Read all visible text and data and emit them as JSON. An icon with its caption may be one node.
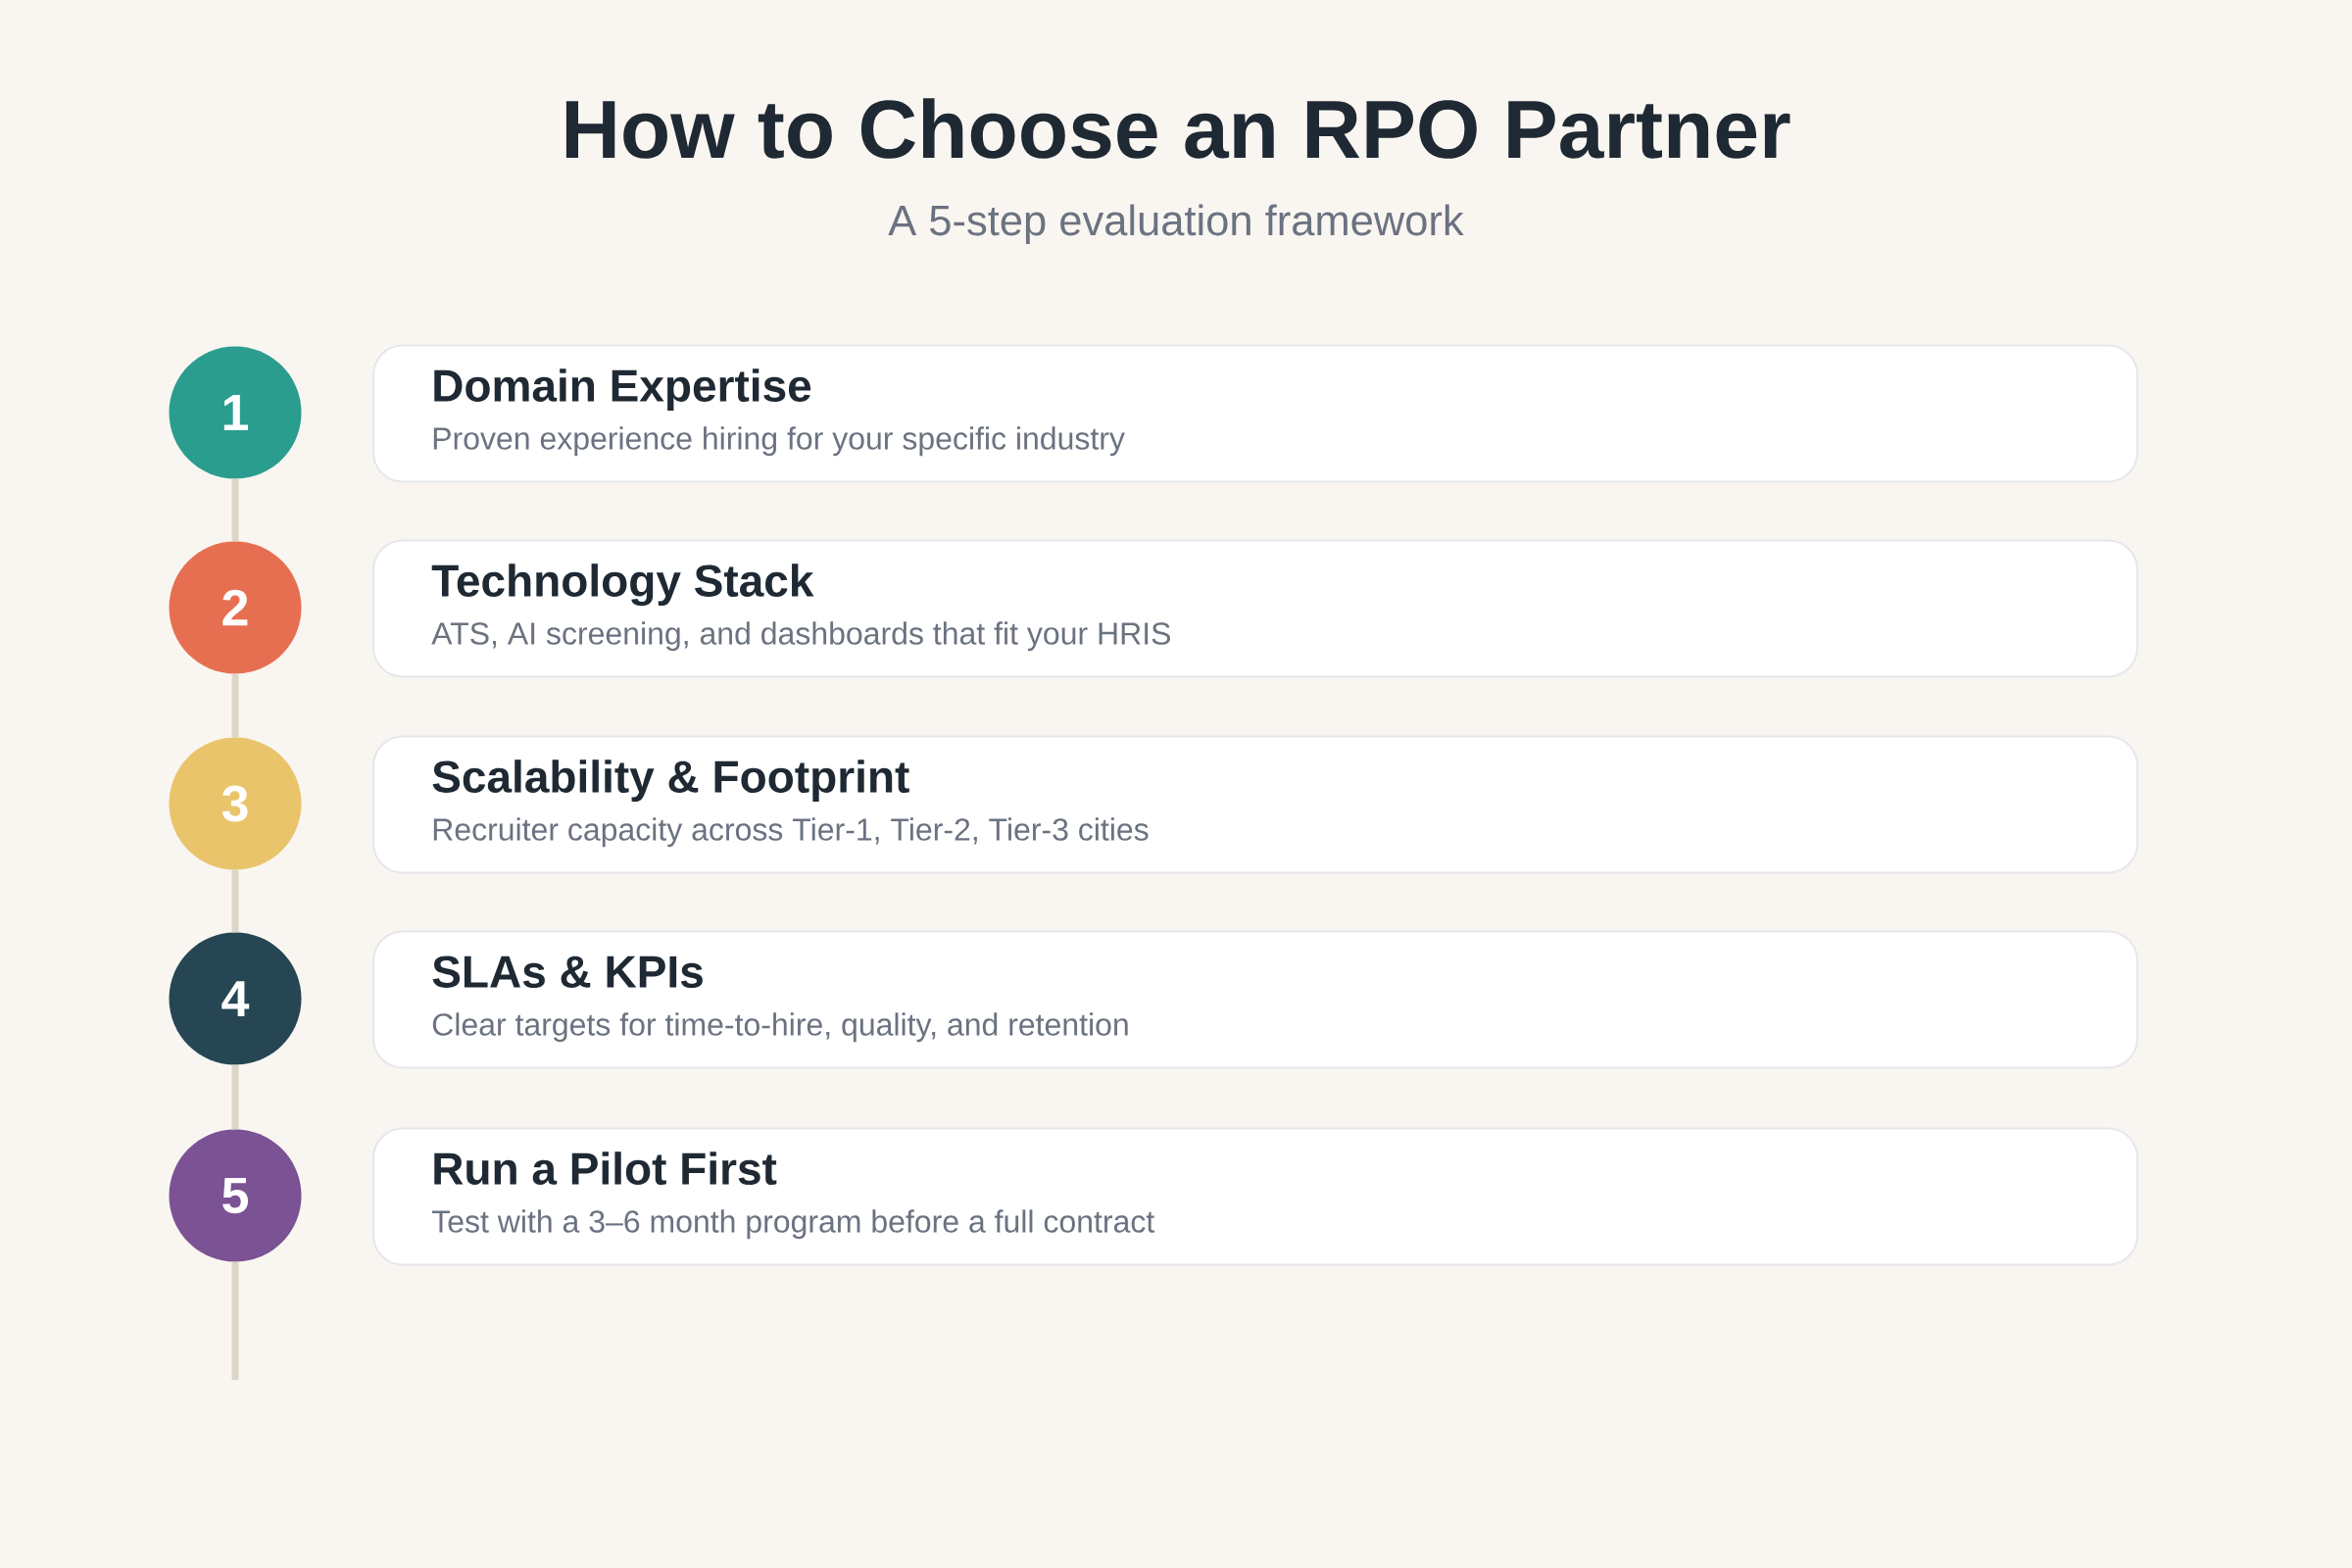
{
  "diagram": {
    "title": "How to Choose an RPO Partner",
    "nodes": [
      {
        "text": [
          "1"
        ]
      },
      {
        "text": [
          "Domain Expertise",
          "Proven experience hiring for your specific industry"
        ]
      },
      {
        "text": [
          "2"
        ]
      },
      {
        "text": [
          "Technology Stack",
          "ATS, AI screening, and dashboards that fit your HRIS"
        ]
      },
      {
        "text": [
          "3"
        ]
      },
      {
        "text": [
          "Scalability & Footprint",
          "Recruiter capacity across Tier-1, Tier-2, Tier-3 cities"
        ]
      },
      {
        "text": [
          "4"
        ]
      },
      {
        "text": [
          "SLAs & KPIs",
          "Clear targets for time-to-hire, quality, and retention"
        ]
      },
      {
        "text": [
          "5"
        ]
      },
      {
        "text": [
          "Run a Pilot First",
          "Test with a 3–6 month program before a full contract"
        ]
      }
    ],
    "edges": [
      {
        "from": 0,
        "to": 2,
        "arrow": "none"
      },
      {
        "from": 2,
        "to": 4,
        "arrow": "none"
      },
      {
        "from": 4,
        "to": 6,
        "arrow": "none"
      },
      {
        "from": 6,
        "to": 8,
        "arrow": "none"
      },
      {
        "from": 8,
        "to": null,
        "arrow": "none"
      }
    ],
    "labels": [
      "A 5-step evaluation framework"
    ]
  }
}
